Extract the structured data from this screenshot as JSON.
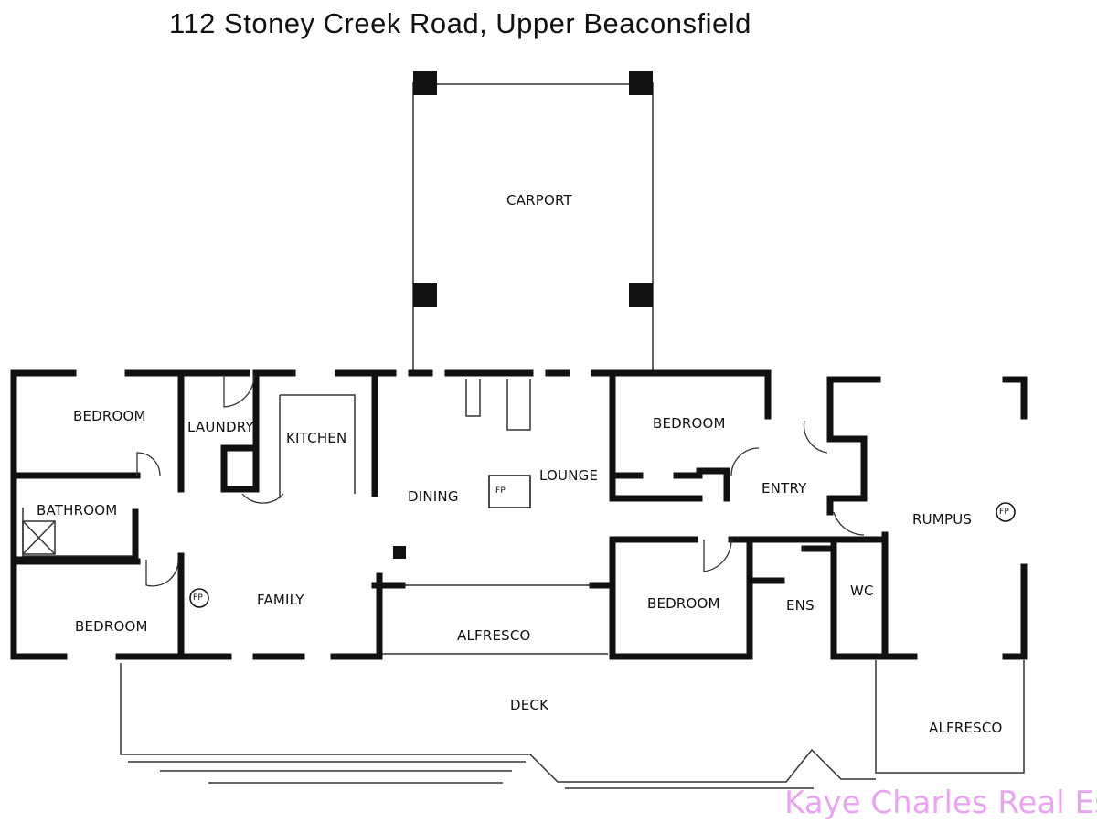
{
  "title": "112 Stoney Creek Road, Upper Beaconsfield",
  "watermark": "Kaye Charles Real Es",
  "colors": {
    "wall": "#111111",
    "line": "#333333",
    "watermark": "#e8a6f0"
  },
  "rooms": {
    "carport": "CARPORT",
    "bedroom_nw": "BEDROOM",
    "laundry": "LAUNDRY",
    "kitchen": "KITCHEN",
    "bathroom": "BATHROOM",
    "dining": "DINING",
    "lounge": "LOUNGE",
    "bedroom_n": "BEDROOM",
    "entry": "ENTRY",
    "rumpus": "RUMPUS",
    "family": "FAMILY",
    "bedroom_sw": "BEDROOM",
    "alfresco_1": "ALFRESCO",
    "bedroom_s": "BEDROOM",
    "ens": "ENS",
    "wc": "WC",
    "deck": "DECK",
    "alfresco_2": "ALFRESCO"
  },
  "fireplaces": {
    "fp_lounge": "FP",
    "fp_family": "FP",
    "fp_rumpus": "FP"
  }
}
